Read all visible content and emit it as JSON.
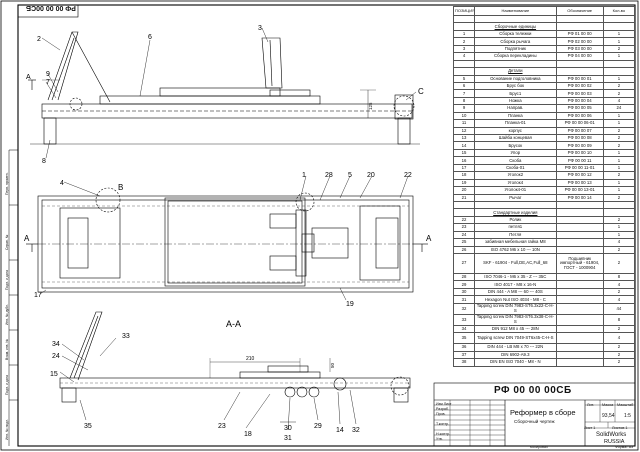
{
  "drawing": {
    "code": "РФ 00 00 00СБ",
    "stamp_code": "РФ 00 00 00СБ",
    "title": "Реформер в сборе",
    "subtitle": "Сборочный чертеж",
    "mass": "93,54",
    "scale": "1:5",
    "sheet_label": "Лист 1",
    "sheets_label": "Листов 1",
    "software": "SolidWorks",
    "country": "RUSSIA",
    "copied_label": "Копировал",
    "format_label": "Формат А3",
    "hdr_mass": "Масса",
    "hdr_scale": "Масштаб",
    "hdr_lit": "Лит.",
    "signature_rows": [
      "Изм Лист",
      "Разраб.",
      "Пров.",
      "Т.контр.",
      "Н.контр.",
      "Утв."
    ],
    "sidebar_labels": [
      "Перв. примен.",
      "Справ. №",
      "Подп. и дата",
      "Инв. № дубл.",
      "Взам. инв. №",
      "Подп. и дата",
      "Инв. № подл."
    ]
  },
  "views": {
    "section_label": "А-А",
    "section_letter_left": "А",
    "section_letter_right": "А",
    "detail_b": "В",
    "detail_c": "С",
    "dim_125": "125",
    "dim_210": "210",
    "dim_50": "50",
    "callouts_top": [
      "2",
      "3",
      "6",
      "9",
      "7",
      "8"
    ],
    "callouts_plan": [
      "4",
      "1",
      "28",
      "5",
      "20",
      "22",
      "17",
      "19"
    ],
    "callouts_bottom": [
      "34",
      "33",
      "24",
      "15",
      "35",
      "23",
      "18",
      "30",
      "31",
      "29",
      "14",
      "32"
    ]
  },
  "spec": {
    "headers": [
      "ПОЗИЦИЯ",
      "Наименование",
      "Обозначение",
      "Кол-во"
    ],
    "rows": [
      {
        "pos": "",
        "name": "",
        "code": "",
        "qty": "",
        "kind": "blank"
      },
      {
        "pos": "",
        "name": "Сборочные единицы",
        "code": "",
        "qty": "",
        "kind": "section"
      },
      {
        "pos": "1",
        "name": "Сборка тележки",
        "code": "РФ 01 00 00",
        "qty": "1"
      },
      {
        "pos": "2",
        "name": "Сборка рычага",
        "code": "РФ 02 00 00",
        "qty": "1"
      },
      {
        "pos": "3",
        "name": "Подпятник",
        "code": "РФ 03 00 00",
        "qty": "2"
      },
      {
        "pos": "4",
        "name": "Сборка перекладины",
        "code": "РФ 04 00 00",
        "qty": "1"
      },
      {
        "pos": "",
        "name": "",
        "code": "",
        "qty": "",
        "kind": "blank"
      },
      {
        "pos": "",
        "name": "Детали",
        "code": "",
        "qty": "",
        "kind": "section"
      },
      {
        "pos": "5",
        "name": "Основание подголовника",
        "code": "РФ 00 00 01",
        "qty": "1"
      },
      {
        "pos": "6",
        "name": "Брус бок",
        "code": "РФ 00 00 02",
        "qty": "2"
      },
      {
        "pos": "7",
        "name": "Брус1",
        "code": "РФ 00 00 03",
        "qty": "2"
      },
      {
        "pos": "8",
        "name": "Ножка",
        "code": "РФ 00 00 04",
        "qty": "4"
      },
      {
        "pos": "9",
        "name": "Направ.",
        "code": "РФ 00 00 05",
        "qty": "24"
      },
      {
        "pos": "10",
        "name": "Планка",
        "code": "РФ 00 00 06",
        "qty": "1"
      },
      {
        "pos": "11",
        "name": "Планка-01",
        "code": "РФ 00 00 06-01",
        "qty": "1"
      },
      {
        "pos": "12",
        "name": "корпус",
        "code": "РФ 00 00 07",
        "qty": "2"
      },
      {
        "pos": "13",
        "name": "Шайба концевая",
        "code": "РФ 00 00 08",
        "qty": "2"
      },
      {
        "pos": "14",
        "name": "Брусок",
        "code": "РФ 00 00 09",
        "qty": "2"
      },
      {
        "pos": "15",
        "name": "Упор",
        "code": "РФ 00 00 10",
        "qty": "1"
      },
      {
        "pos": "16",
        "name": "Скоба",
        "code": "РФ 00 00 11",
        "qty": "1"
      },
      {
        "pos": "17",
        "name": "Скоба-01",
        "code": "РФ 00 00 11-01",
        "qty": "1"
      },
      {
        "pos": "18",
        "name": "Уголок2",
        "code": "РФ 00 00 12",
        "qty": "2"
      },
      {
        "pos": "19",
        "name": "Уголок4",
        "code": "РФ 00 00 13",
        "qty": "1"
      },
      {
        "pos": "20",
        "name": "Уголок4-01",
        "code": "РФ 00 00 13-01",
        "qty": "1"
      },
      {
        "pos": "21",
        "name": "Рычаг",
        "code": "РФ 00 00 14",
        "qty": "2"
      },
      {
        "pos": "",
        "name": "",
        "code": "",
        "qty": "",
        "kind": "blank"
      },
      {
        "pos": "",
        "name": "Стандартные изделия",
        "code": "",
        "qty": "",
        "kind": "section"
      },
      {
        "pos": "22",
        "name": "Ролик",
        "code": "",
        "qty": "2"
      },
      {
        "pos": "23",
        "name": "петля1",
        "code": "",
        "qty": "1"
      },
      {
        "pos": "24",
        "name": "Петля",
        "code": "",
        "qty": "1"
      },
      {
        "pos": "25",
        "name": "забивная мебельная гайка М8",
        "code": "",
        "qty": "4"
      },
      {
        "pos": "26",
        "name": "ISO 4762 M6 x 10 --- 10N",
        "code": "",
        "qty": "2"
      },
      {
        "pos": "27",
        "name": "SKF - 61904 - Full,DE,AC,Full_68",
        "code": "Подшипник импортный - 61904, ГОСТ - 1000904",
        "qty": "2",
        "kind": "tall"
      },
      {
        "pos": "28",
        "name": "ISO 7046-1 - M6 x 35 - Z --- 35C",
        "code": "",
        "qty": "8"
      },
      {
        "pos": "29",
        "name": "ISO 4017 - M8 x 16-N",
        "code": "",
        "qty": "4"
      },
      {
        "pos": "30",
        "name": "DIN 444 - A M8 --- 60 --- 40S",
        "code": "",
        "qty": "2"
      },
      {
        "pos": "31",
        "name": "Hexagon Nut ISO 4034 - M8 - C",
        "code": "",
        "qty": "4"
      },
      {
        "pos": "32",
        "name": "Tapping screw DIN 7983-ST6.3x22-C-H-S",
        "code": "",
        "qty": "44",
        "kind": "mid"
      },
      {
        "pos": "33",
        "name": "Tapping screw DIN 7983-ST6.3x38-C-H-S",
        "code": "",
        "qty": "8",
        "kind": "mid"
      },
      {
        "pos": "34",
        "name": "DIN 912 M8 x 45 --- 28N",
        "code": "",
        "qty": "2"
      },
      {
        "pos": "35",
        "name": "Tapping screw DIN 7049-ST6x45-C-H-S",
        "code": "",
        "qty": "4",
        "kind": "mid"
      },
      {
        "pos": "36",
        "name": "DIN 444 - LB M8 x 70 --- 22N",
        "code": "",
        "qty": "2"
      },
      {
        "pos": "37",
        "name": "DIN 6902-A9.3",
        "code": "",
        "qty": "2"
      },
      {
        "pos": "38",
        "name": "DIN EN ISO 7040 - M8 - N",
        "code": "",
        "qty": "2"
      }
    ]
  }
}
